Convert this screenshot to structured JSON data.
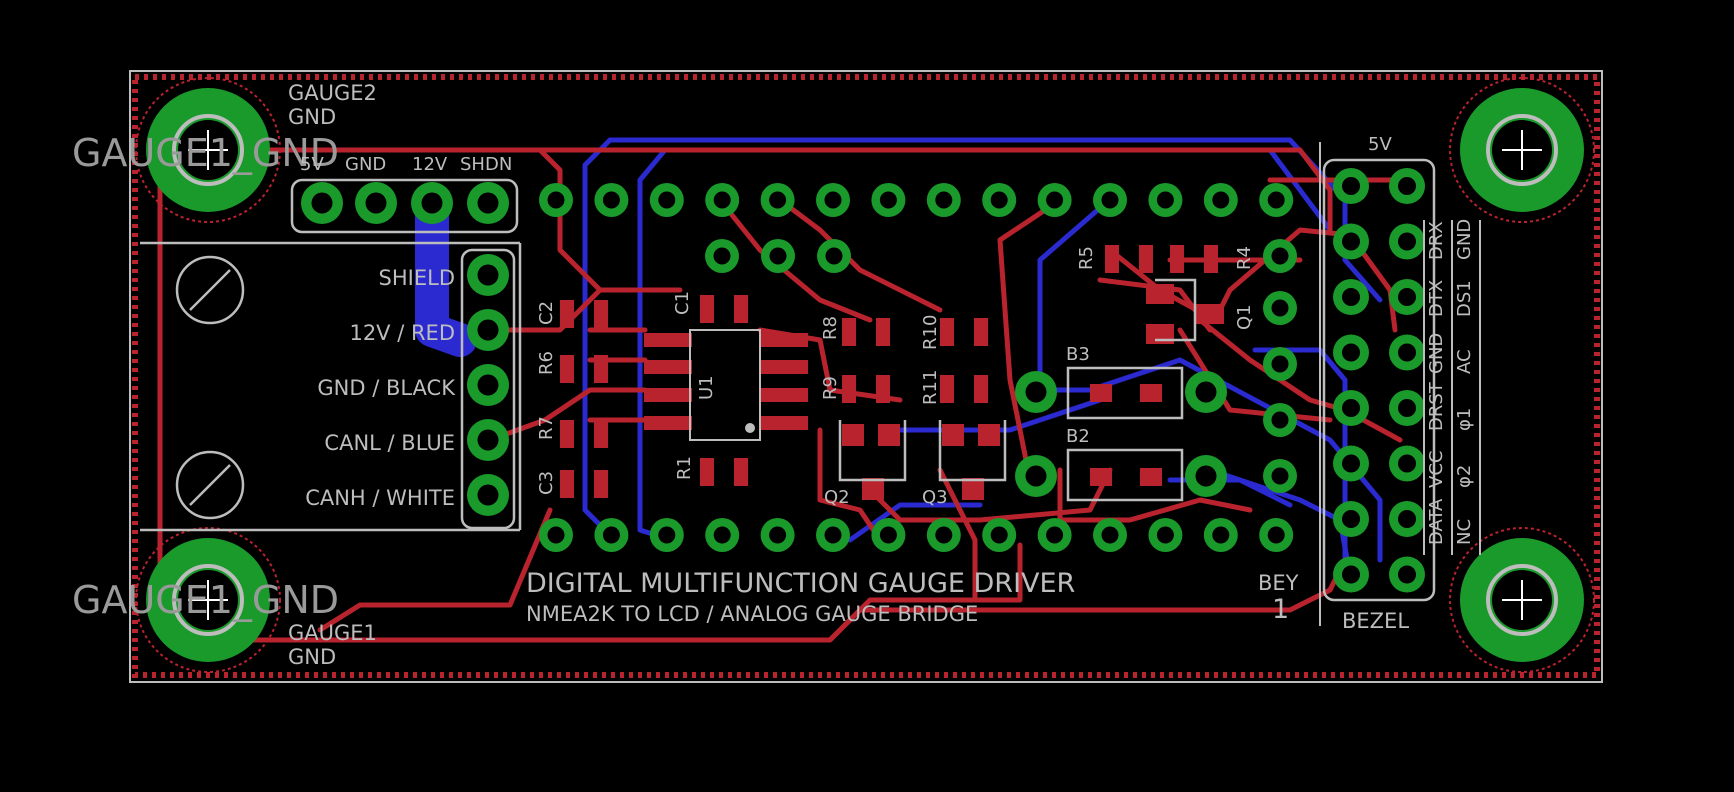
{
  "board": {
    "title_line1": "DIGITAL MULTIFUNCTION GAUGE DRIVER",
    "title_line2": "NMEA2K TO LCD / ANALOG GAUGE BRIDGE"
  },
  "labels": {
    "gauge2": "GAUGE2",
    "gauge2_gnd": "GND",
    "gauge1_gnd_top": "GAUGE1_GND",
    "gauge1_gnd_bottom": "GAUGE1_GND",
    "gauge1": "GAUGE1",
    "gauge1_gnd": "GND",
    "header_5v": "5V",
    "header_gnd": "GND",
    "header_12v": "12V",
    "header_shdn": "SHDN",
    "bey": "BEY",
    "bey_num": "1",
    "bezel": "BEZEL",
    "right_5v": "5V"
  },
  "connector_pins": [
    "SHIELD",
    "12V / RED",
    "GND / BLACK",
    "CANL / BLUE",
    "CANH / WHITE"
  ],
  "components": {
    "c1": "C1",
    "c2": "C2",
    "c3": "C3",
    "r1": "R1",
    "r4": "R4",
    "r5": "R5",
    "r6": "R6",
    "r7": "R7",
    "r8": "R8",
    "r9": "R9",
    "r10": "R10",
    "r11": "R11",
    "q1": "Q1",
    "q2": "Q2",
    "q3": "Q3",
    "u1": "U1",
    "b2": "B2",
    "b3": "B3"
  },
  "right_header_labels": [
    "DRX",
    "GND",
    "DTX",
    "DS1",
    "GND",
    "AC",
    "DRST",
    "φ1",
    "VCC",
    "φ2",
    "DATA",
    "NC"
  ],
  "colors": {
    "top_copper": "#b8232e",
    "bottom_copper": "#2a2ad0",
    "pad": "#1a9a2a",
    "silkscreen": "#bdbdbd",
    "background": "#000000"
  }
}
